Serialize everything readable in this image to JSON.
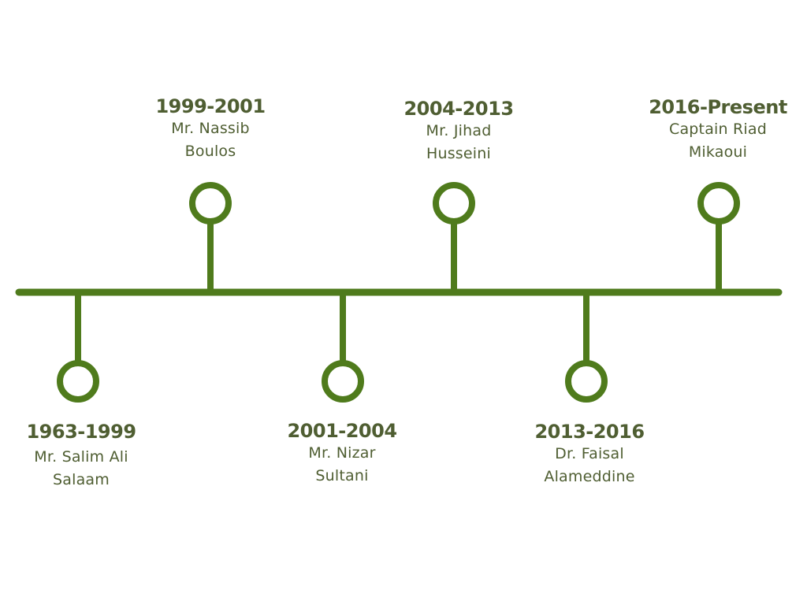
{
  "colors": {
    "line": "#4f7b1c",
    "text": "#4f5e32",
    "background": "#ffffff"
  },
  "entries": [
    {
      "period": "1963-1999",
      "name_line1": "Mr. Salim Ali",
      "name_line2": "Salaam"
    },
    {
      "period": "1999-2001",
      "name_line1": "Mr. Nassib",
      "name_line2": "Boulos"
    },
    {
      "period": "2001-2004",
      "name_line1": "Mr. Nizar",
      "name_line2": "Sultani"
    },
    {
      "period": "2004-2013",
      "name_line1": "Mr. Jihad",
      "name_line2": "Husseini"
    },
    {
      "period": "2013-2016",
      "name_line1": "Dr. Faisal",
      "name_line2": "Alameddine"
    },
    {
      "period": "2016-Present",
      "name_line1": "Captain Riad",
      "name_line2": "Mikaoui"
    }
  ]
}
